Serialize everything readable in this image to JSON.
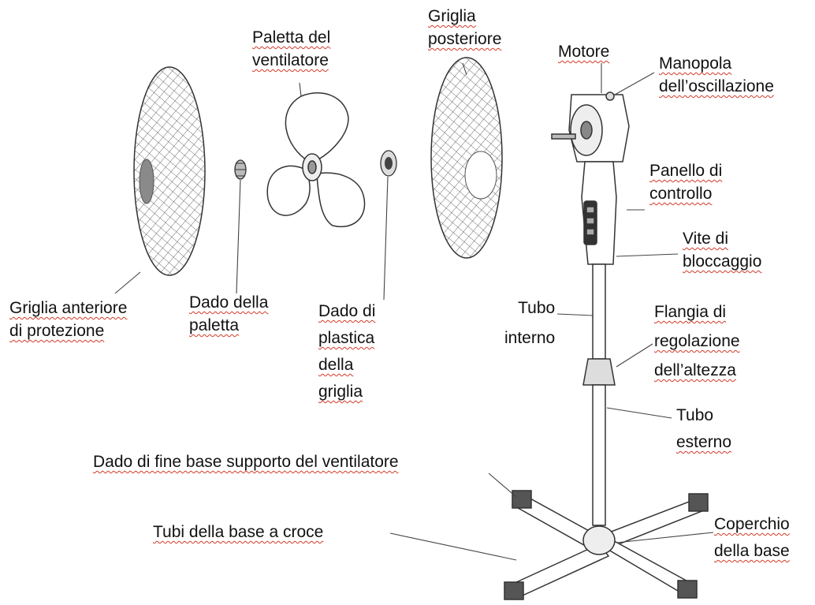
{
  "labels": {
    "griglia_posteriore": [
      "Griglia",
      "posteriore"
    ],
    "paletta_ventilatore": [
      "Paletta del",
      "ventilatore"
    ],
    "motore": [
      "Motore"
    ],
    "manopola_oscillazione": [
      "Manopola",
      "dell’oscillazione"
    ],
    "pannello_controllo": [
      "Panello di",
      "controllo"
    ],
    "vite_bloccaggio": [
      "Vite di",
      "bloccaggio"
    ],
    "griglia_anteriore": [
      "Griglia anteriore",
      "di protezione"
    ],
    "dado_paletta": [
      "Dado della",
      "paletta"
    ],
    "dado_plastica": [
      "Dado di",
      "plastica",
      "della",
      "griglia"
    ],
    "tubo_interno": [
      "Tubo",
      "interno"
    ],
    "flangia_regolazione": [
      "Flangia di",
      "regolazione",
      "dell’altezza"
    ],
    "tubo_esterno": [
      "Tubo",
      "esterno"
    ],
    "dado_fine_base": [
      "Dado di fine base supporto del ventilatore"
    ],
    "tubi_base_croce": [
      "Tubi della base a croce"
    ],
    "coperchio_base": [
      "Coperchio",
      "della base"
    ]
  }
}
